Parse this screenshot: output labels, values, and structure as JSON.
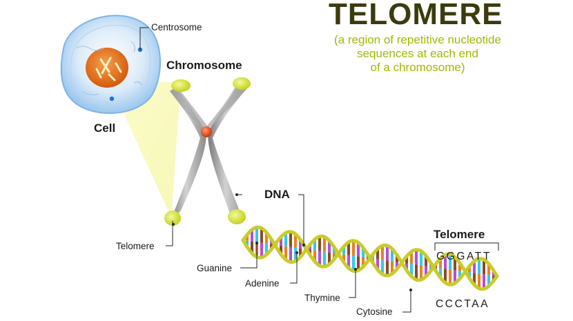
{
  "title": "TELOMERE",
  "subtitle": {
    "line1": "(a region of repetitive nucleotide",
    "line2": "sequences at each end",
    "line3": "of a chromosome)"
  },
  "labels": {
    "centrosome": "Centrosome",
    "cell": "Cell",
    "chromosome": "Chromosome",
    "dna": "DNA",
    "telomere_left": "Telomere",
    "guanine": "Guanine",
    "adenine": "Adenine",
    "thymine": "Thymine",
    "cytosine": "Cytosine",
    "telomere_right": "Telomere"
  },
  "sequence": {
    "top": "GGGATT",
    "bottom": "CCCTAA"
  },
  "colors": {
    "title": "#3b3b0e",
    "subtitle": "#a2b800",
    "cell_fill": "#cfe4f7",
    "nucleus": "#e06a12",
    "telomere_tip": "#d8e82a",
    "chromosome": "#9a9a9a",
    "centromere": "#e0471a",
    "backbone": "#c8cc2a",
    "guanine": "#e8821e",
    "adenine": "#b44de0",
    "thymine": "#33c7f0",
    "cytosine": "#8a4a26"
  }
}
